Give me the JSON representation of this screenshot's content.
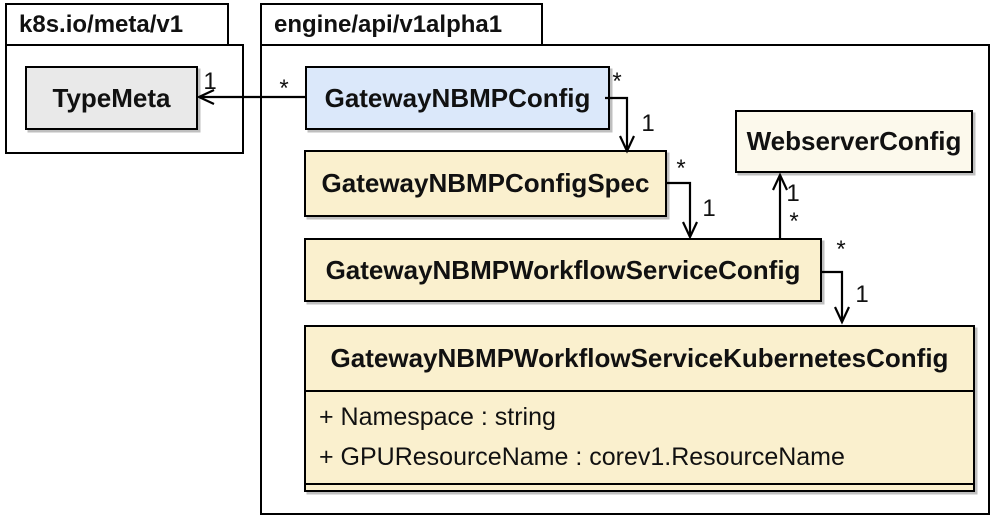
{
  "diagram": {
    "packages": [
      {
        "title": "k8s.io/meta/v1"
      },
      {
        "title": "engine/api/v1alpha1"
      }
    ],
    "classes": {
      "typemeta": {
        "name": "TypeMeta"
      },
      "config": {
        "name": "GatewayNBMPConfig"
      },
      "configspec": {
        "name": "GatewayNBMPConfigSpec"
      },
      "webserver": {
        "name": "WebserverConfig"
      },
      "workflow": {
        "name": "GatewayNBMPWorkflowServiceConfig"
      },
      "kubernetes": {
        "name": "GatewayNBMPWorkflowServiceKubernetesConfig",
        "attributes": [
          "+ Namespace : string",
          "+ GPUResourceName : corev1.ResourceName"
        ]
      }
    },
    "relations": [
      {
        "from": "GatewayNBMPConfig",
        "to": "TypeMeta",
        "source_label": "*",
        "target_label": "1"
      },
      {
        "from": "GatewayNBMPConfig",
        "to": "GatewayNBMPConfigSpec",
        "source_label": "*",
        "target_label": "1"
      },
      {
        "from": "GatewayNBMPConfigSpec",
        "to": "GatewayNBMPWorkflowServiceConfig",
        "source_label": "*",
        "target_label": "1"
      },
      {
        "from": "GatewayNBMPWorkflowServiceConfig",
        "to": "WebserverConfig",
        "source_label": "*",
        "target_label": "1"
      },
      {
        "from": "GatewayNBMPWorkflowServiceConfig",
        "to": "GatewayNBMPWorkflowServiceKubernetesConfig",
        "source_label": "*",
        "target_label": "1"
      }
    ],
    "colors": {
      "class_blue": "#dbe8fa",
      "class_cream": "#faf0ce",
      "class_pale": "#fcf9ec",
      "class_gray": "#e9e9e9",
      "line": "#000000",
      "background": "#ffffff"
    }
  }
}
